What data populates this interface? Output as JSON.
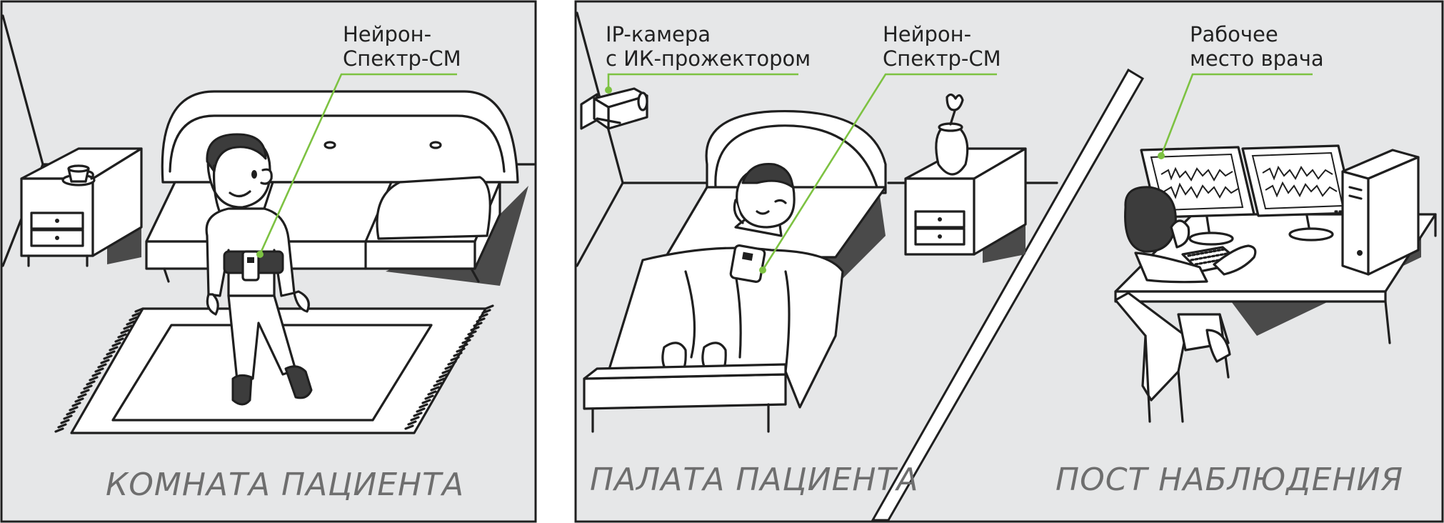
{
  "panels": [
    {
      "id": "patient-room",
      "caption": "КОМНАТА ПАЦИЕНТА",
      "callouts": [
        {
          "lines": [
            "Нейрон-",
            "Спектр-СМ"
          ]
        }
      ]
    },
    {
      "id": "ward-and-post",
      "captions": [
        "ПАЛАТА ПАЦИЕНТА",
        "ПОСТ  НАБЛЮДЕНИЯ"
      ],
      "callouts": [
        {
          "lines": [
            "IP-камера",
            "с ИК-прожектором"
          ]
        },
        {
          "lines": [
            "Нейрон-",
            "Спектр-СМ"
          ]
        },
        {
          "lines": [
            "Рабочее",
            "место врача"
          ]
        }
      ]
    }
  ],
  "colors": {
    "background": "#e6e7e8",
    "accent_line": "#7dc242",
    "caption": "#6e6e6e",
    "ink": "#1f1f1f"
  }
}
